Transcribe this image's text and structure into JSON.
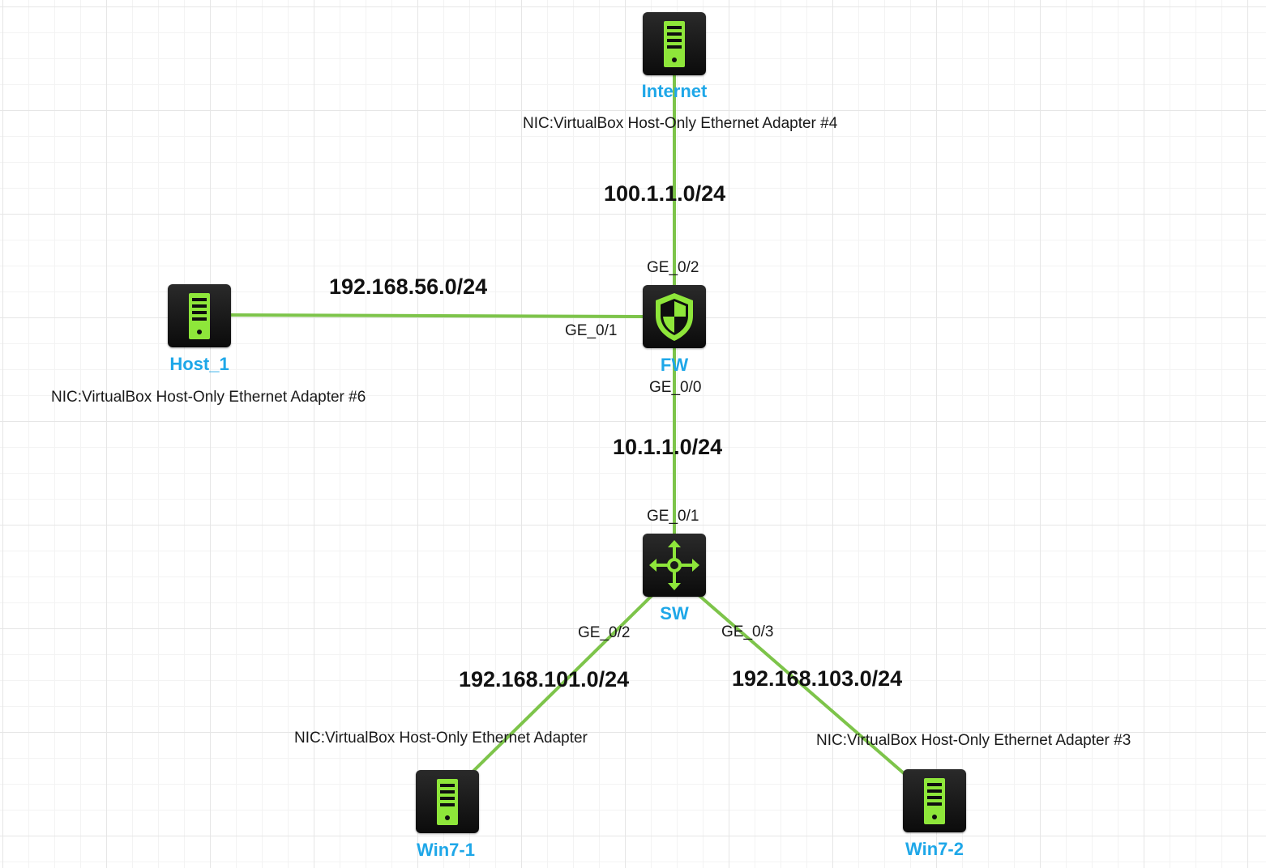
{
  "theme": {
    "link_color": "#7dc44a",
    "device_color": "#111111",
    "icon_color": "#8ee63a",
    "label_color": "#1ea7e8"
  },
  "devices": {
    "internet": {
      "name": "Internet",
      "icon": "server-icon",
      "nic": "NIC:VirtualBox Host-Only Ethernet Adapter #4"
    },
    "fw": {
      "name": "FW",
      "icon": "firewall-shield-icon"
    },
    "host1": {
      "name": "Host_1",
      "icon": "server-icon",
      "nic": "NIC:VirtualBox Host-Only Ethernet Adapter #6"
    },
    "sw": {
      "name": "SW",
      "icon": "switch-arrows-icon"
    },
    "win71": {
      "name": "Win7-1",
      "icon": "server-icon",
      "nic": "NIC:VirtualBox Host-Only Ethernet Adapter"
    },
    "win72": {
      "name": "Win7-2",
      "icon": "server-icon",
      "nic": "NIC:VirtualBox Host-Only Ethernet Adapter #3"
    }
  },
  "links": [
    {
      "from": "Internet",
      "to": "FW",
      "subnet": "100.1.1.0/24",
      "to_port": "GE_0/2"
    },
    {
      "from": "Host_1",
      "to": "FW",
      "subnet": "192.168.56.0/24",
      "to_port": "GE_0/1"
    },
    {
      "from": "FW",
      "to": "SW",
      "subnet": "10.1.1.0/24",
      "from_port": "GE_0/0",
      "to_port": "GE_0/1"
    },
    {
      "from": "SW",
      "to": "Win7-1",
      "subnet": "192.168.101.0/24",
      "from_port": "GE_0/2"
    },
    {
      "from": "SW",
      "to": "Win7-2",
      "subnet": "192.168.103.0/24",
      "from_port": "GE_0/3"
    }
  ]
}
